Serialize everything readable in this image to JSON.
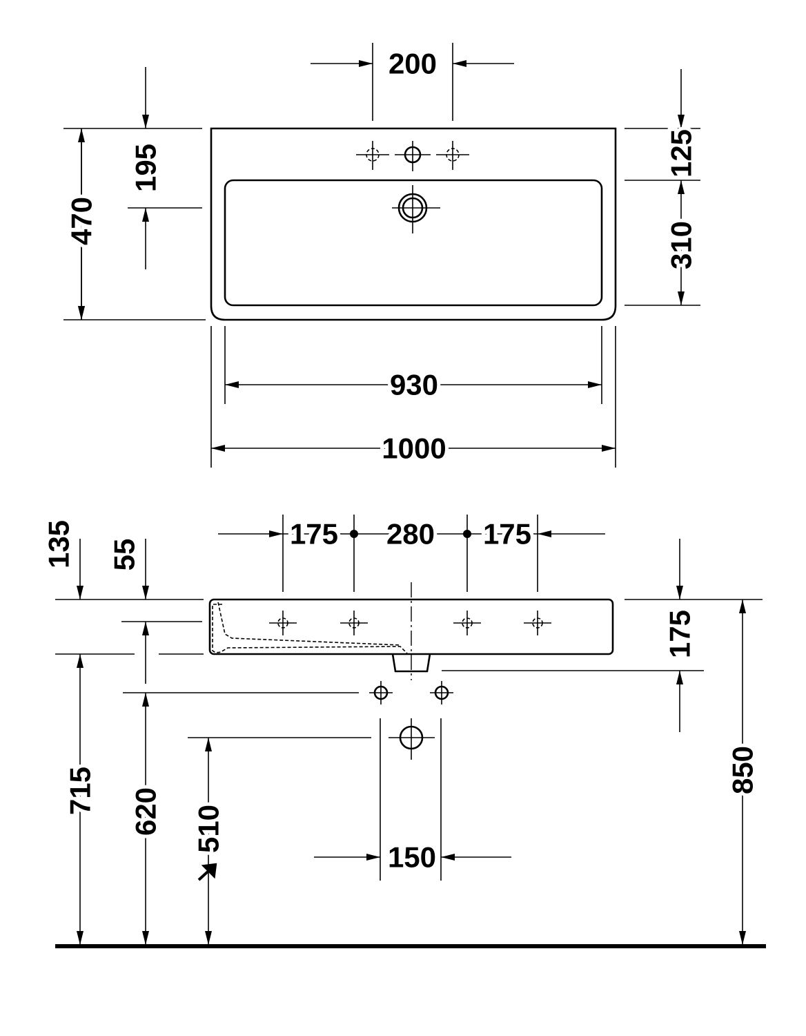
{
  "top_view": {
    "dims": {
      "tap_spacing": "200",
      "overflow_height": "195",
      "depth": "470",
      "rim_depth": "125",
      "basin_depth": "310",
      "basin_width": "930",
      "overall_width": "1000"
    }
  },
  "side_view": {
    "dims": {
      "tap_offset_left": "175",
      "tap_center": "280",
      "tap_offset_right": "175",
      "rim_top": "135",
      "overflow_offset": "55",
      "height_715": "715",
      "height_620": "620",
      "height_510": "510",
      "waste_spacing": "150",
      "body_height": "175",
      "height_850": "850"
    }
  },
  "colors": {
    "line": "#000000",
    "background": "#ffffff"
  }
}
